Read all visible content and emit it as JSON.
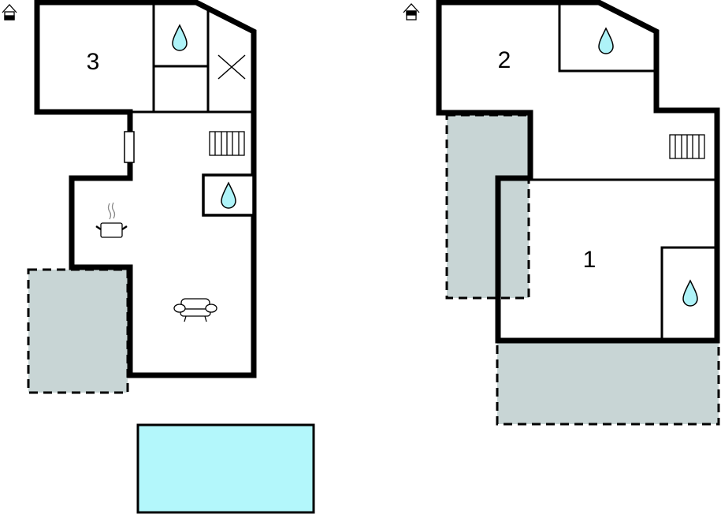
{
  "plans": [
    {
      "name": "left-floor",
      "rooms": [
        {
          "label": "3"
        }
      ],
      "symbols": [
        "house-floor-icon",
        "water-drop-icon",
        "water-drop-icon",
        "cross-icon",
        "stairs-icon",
        "window-icon",
        "cooking-pot-icon",
        "sofa-icon",
        "pool"
      ]
    },
    {
      "name": "right-floor",
      "rooms": [
        {
          "label": "2"
        },
        {
          "label": "1"
        }
      ],
      "symbols": [
        "house-floor-icon",
        "water-drop-icon",
        "water-drop-icon",
        "stairs-icon"
      ]
    }
  ],
  "colors": {
    "terrace": "#c8d5d5",
    "water": "#aef3f8",
    "pool": "#b3f7fb",
    "wall": "#000000"
  }
}
